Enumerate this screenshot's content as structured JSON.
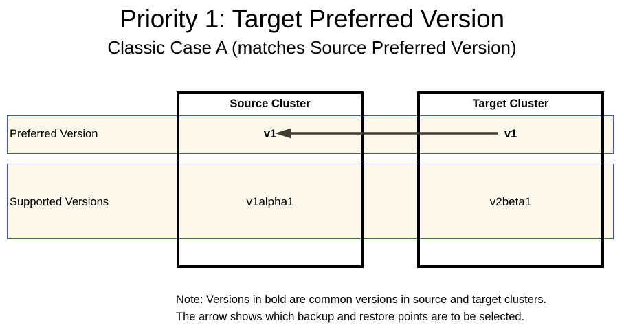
{
  "slide": {
    "title": "Priority 1: Target Preferred Version",
    "subtitle": "Classic Case A (matches Source Preferred Version)"
  },
  "matrix": {
    "row_labels": [
      "Preferred Version",
      "Supported Versions"
    ],
    "columns": [
      {
        "header": "Source Cluster"
      },
      {
        "header": "Target Cluster"
      }
    ],
    "cells": {
      "preferred_version": {
        "source": "v1",
        "target": "v1"
      },
      "supported_versions": {
        "source": "v1alpha1",
        "target": "v2beta1"
      }
    }
  },
  "arrow": {
    "direction": "left",
    "from": "Target Cluster preferred version",
    "to": "Source Cluster preferred version",
    "color": "#423c31"
  },
  "note": {
    "line1": "Note: Versions in bold are common versions in source and target clusters.",
    "line2": "The arrow shows which backup and restore points are to be selected."
  },
  "colors": {
    "row_fill": "#fdf8ec",
    "row_border": "#3c63a0",
    "cluster_border": "#000000",
    "arrow": "#423c31",
    "text": "#000000",
    "background": "#ffffff"
  }
}
